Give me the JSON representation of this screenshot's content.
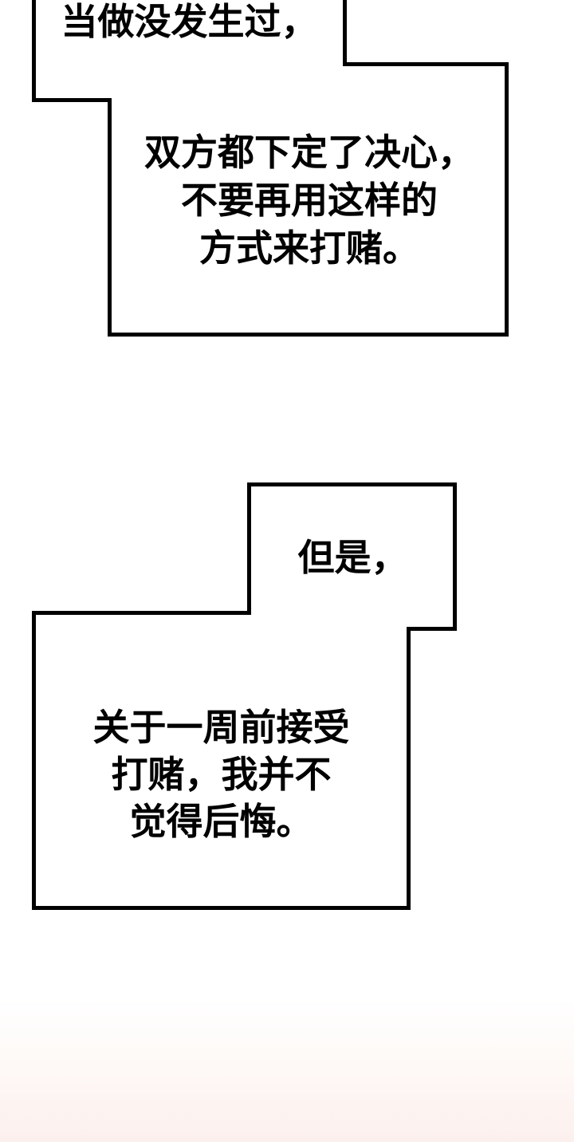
{
  "page": {
    "type": "comic-page",
    "background_color": "#ffffff",
    "colors": {
      "bubble_fill": "#ffffff",
      "bubble_outline": "#000000",
      "bottom_gradient": "#fcf0ee"
    }
  },
  "bubbles": {
    "top": {
      "text": "当做没发生过，"
    },
    "second": {
      "lines": [
        "双方都下定了决心，",
        "不要再用这样的",
        "方式来打赌。"
      ]
    },
    "third": {
      "text": "但是，"
    },
    "fourth": {
      "lines": [
        "关于一周前接受",
        "打赌，我并不",
        "觉得后悔。"
      ]
    }
  }
}
